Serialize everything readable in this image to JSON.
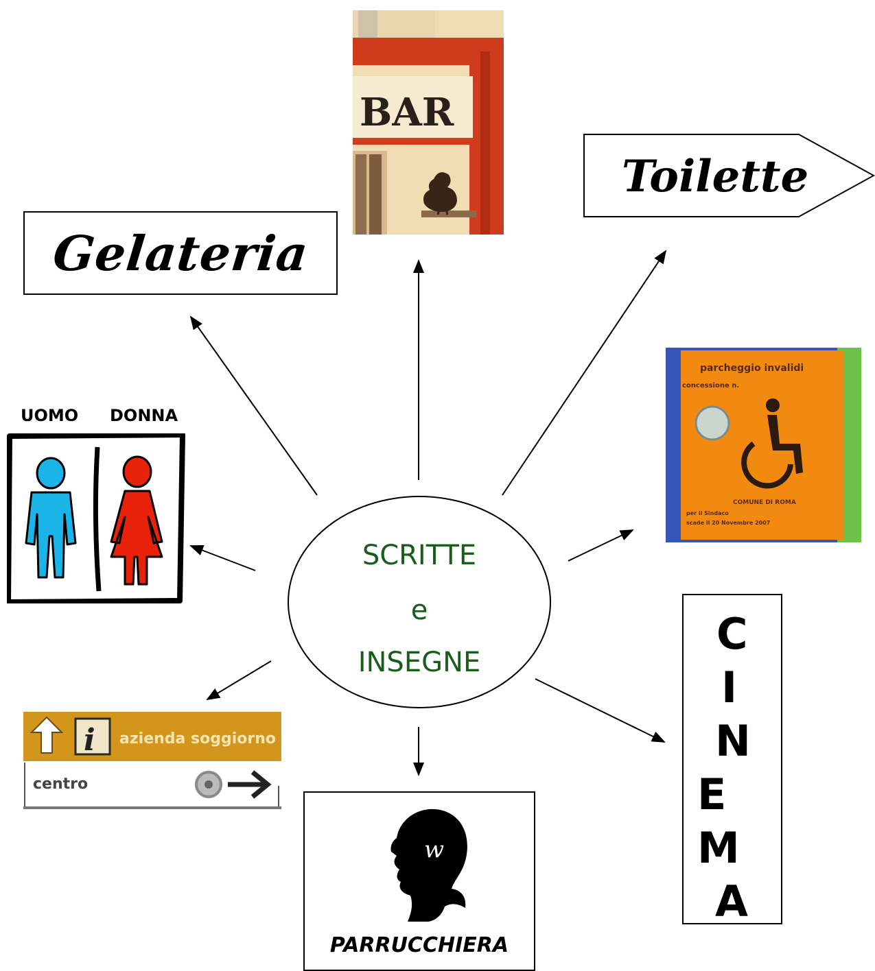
{
  "diagram": {
    "center": {
      "lines": [
        "SCRITTE",
        "e",
        "INSEGNE"
      ]
    },
    "signs": {
      "gelateria": "Gelateria",
      "toilette": "Toilette",
      "bar": "BAR",
      "uomo": "UOMO",
      "donna": "DONNA",
      "parking": {
        "title": "parcheggio invalidi",
        "concession": "concessione n.",
        "comune": "COMUNE DI ROMA",
        "note1": "per il Sindaco",
        "note2": "scade il 20 Novembre 2007"
      },
      "info": {
        "header": "azienda soggiorno",
        "direction": "centro"
      },
      "parrucchiera": "PARRUCCHIERA",
      "cinema": [
        "C",
        "I",
        "N",
        "E",
        "M",
        "A"
      ]
    }
  },
  "colors": {
    "center_text": "#1a5c1a",
    "man": "#1bb4e8",
    "woman": "#e8220a",
    "permit_orange": "#f28a12",
    "permit_blue": "#3a55b8",
    "permit_green": "#6cc24a",
    "info_gold": "#d3961c",
    "bar_red": "#cf3b1d",
    "bar_cream": "#f1ddb4"
  }
}
